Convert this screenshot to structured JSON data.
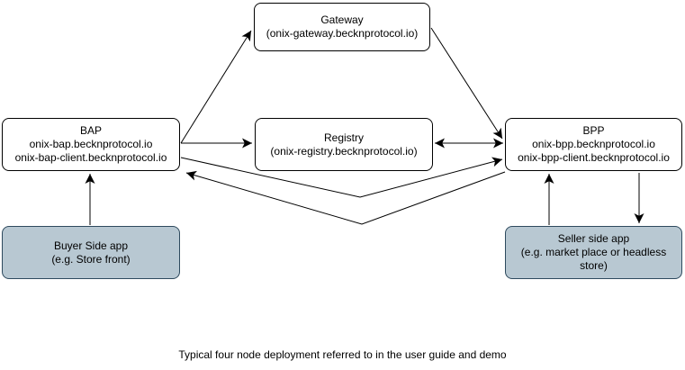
{
  "caption": "Typical four node deployment referred to in the user guide and demo",
  "nodes": {
    "gateway": {
      "title": "Gateway",
      "subtitle": "(onix-gateway.becknprotocol.io)"
    },
    "bap": {
      "title": "BAP",
      "line2": "onix-bap.becknprotocol.io",
      "line3": "onix-bap-client.becknprotocol.io"
    },
    "registry": {
      "title": "Registry",
      "subtitle": "(onix-registry.becknprotocol.io)"
    },
    "bpp": {
      "title": "BPP",
      "line2": "onix-bpp.becknprotocol.io",
      "line3": "onix-bpp-client.becknprotocol.io"
    },
    "buyer_app": {
      "title": "Buyer Side app",
      "subtitle": "(e.g. Store front)"
    },
    "seller_app": {
      "title": "Seller side app",
      "subtitle": "(e.g. market place or headless store)"
    }
  },
  "edges": [
    {
      "from": "bap",
      "to": "gateway",
      "direction": "one-way"
    },
    {
      "from": "gateway",
      "to": "bpp",
      "direction": "one-way"
    },
    {
      "from": "bap",
      "to": "registry",
      "direction": "one-way"
    },
    {
      "from": "registry",
      "to": "bpp",
      "direction": "two-way"
    },
    {
      "from": "bap",
      "to": "bpp",
      "direction": "one-way"
    },
    {
      "from": "bpp",
      "to": "bap",
      "direction": "one-way"
    },
    {
      "from": "buyer_app",
      "to": "bap",
      "direction": "one-way"
    },
    {
      "from": "seller_app",
      "to": "bpp",
      "direction": "one-way"
    },
    {
      "from": "bpp",
      "to": "seller_app",
      "direction": "one-way"
    }
  ],
  "colors": {
    "background": "#ffffff",
    "node_fill": "#ffffff",
    "node_border": "#000000",
    "app_fill": "#b8c8d2",
    "app_border": "#2e4a5e",
    "arrow": "#000000",
    "text": "#000000"
  }
}
